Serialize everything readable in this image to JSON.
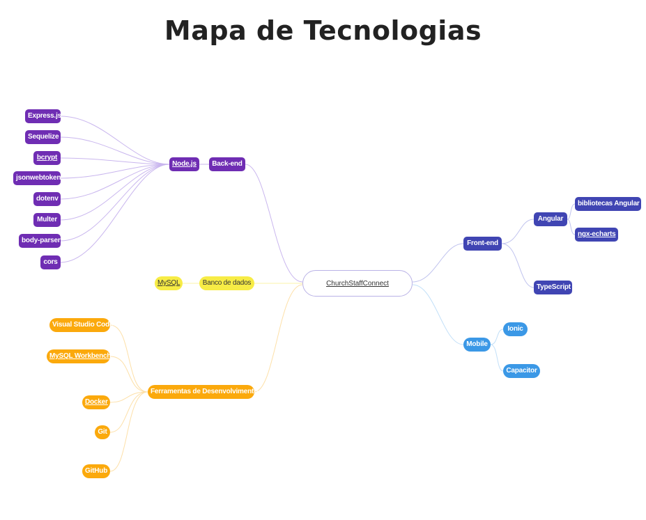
{
  "title": "Mapa de Tecnologias",
  "root": "ChurchStaffConnect",
  "colors": {
    "backend": "#6f2db3",
    "frontend": "#4045b3",
    "mobile": "#3b98e6",
    "database": "#f7ec45",
    "tools": "#fba90c"
  },
  "backend": {
    "label": "Back-end",
    "nodejs": "Node.js",
    "libs": [
      "Express.js",
      "Sequelize",
      "bcrypt",
      "jsonwebtoken",
      "dotenv",
      "Multer",
      "body-parser",
      "cors"
    ]
  },
  "database": {
    "label": "Banco de dados",
    "item": "MySQL"
  },
  "tools": {
    "label": "Ferramentas de Desenvolvimento",
    "items": [
      "Visual Studio Code",
      "MySQL Workbench",
      "Docker",
      "Git",
      "GitHub"
    ]
  },
  "frontend": {
    "label": "Front-end",
    "angular": "Angular",
    "angular_children": [
      "bibliotecas Angular",
      "ngx-echarts"
    ],
    "typescript": "TypeScript"
  },
  "mobile": {
    "label": "Mobile",
    "items": [
      "Ionic",
      "Capacitor"
    ]
  }
}
